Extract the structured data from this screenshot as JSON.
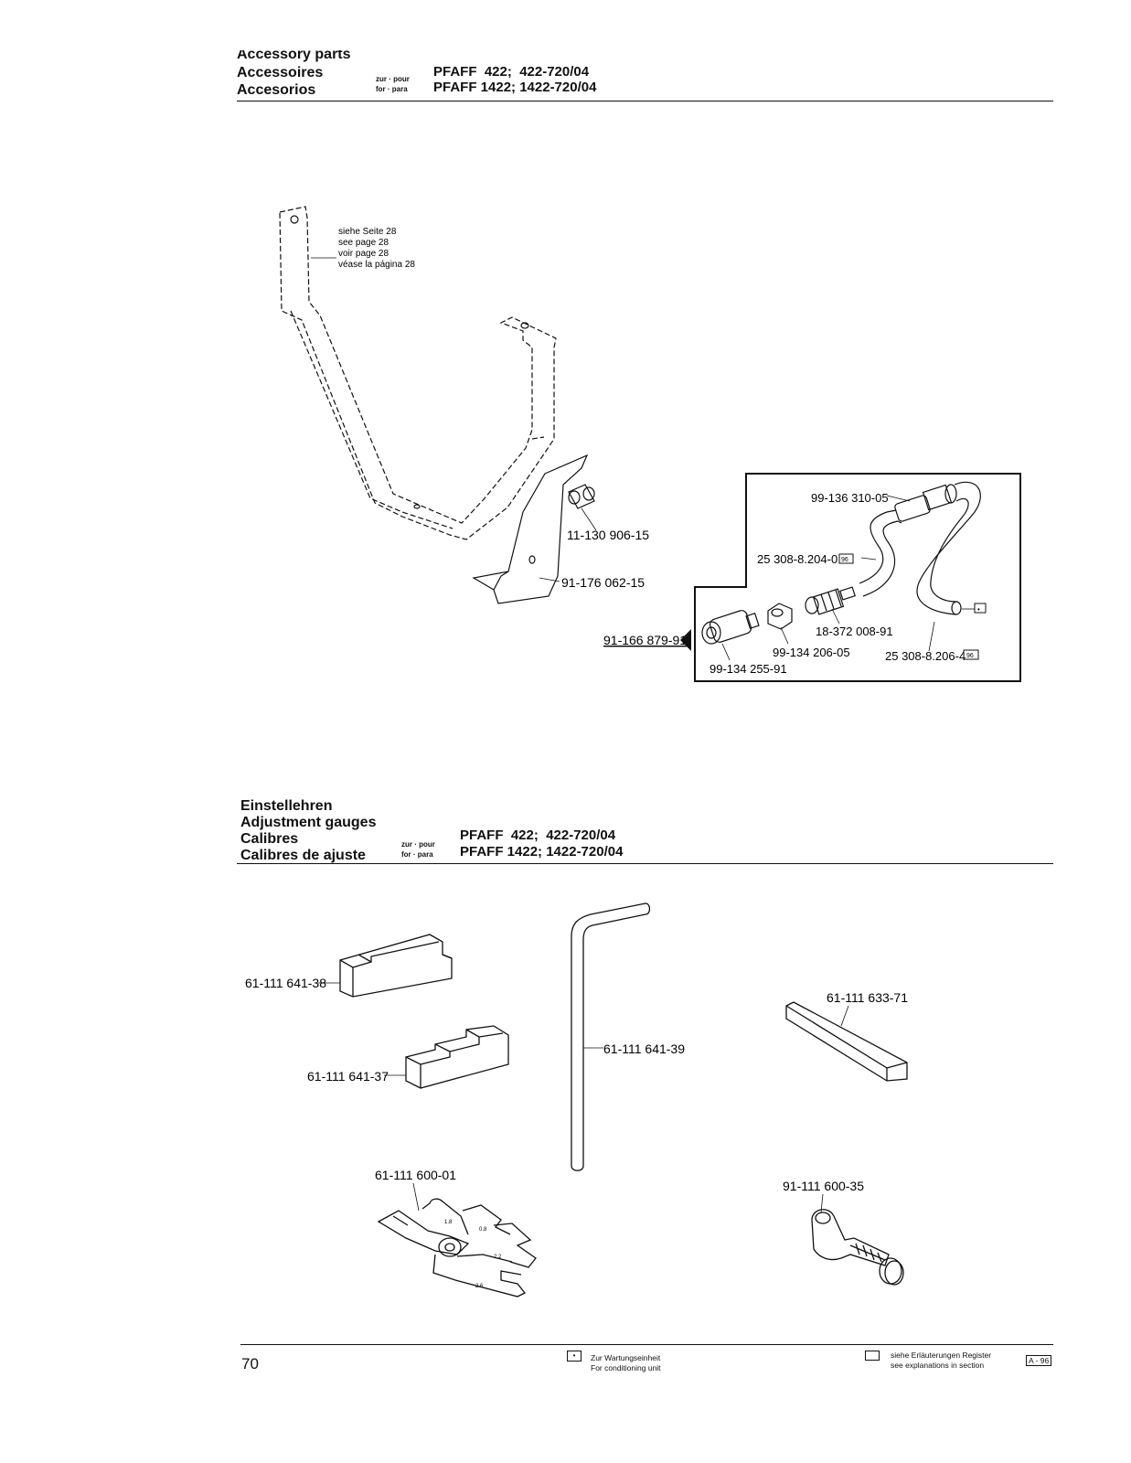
{
  "section1": {
    "titles": [
      "Accessory parts",
      "Accessoires",
      "Accesorios"
    ],
    "for_line1": "zur · pour",
    "for_line2": "for · para",
    "model_line1": "PFAFF  422;  422-720/04",
    "model_line2": "PFAFF 1422; 1422-720/04",
    "note": [
      "siehe Seite 28",
      "see page 28",
      "voir page 28",
      "véase la página 28"
    ],
    "parts": {
      "p1": "11-130 906-15",
      "p2": "91-176 062-15",
      "p3": "91-166 879-91",
      "p4": "99-136 310-05",
      "p5": "25 308-8.204-0",
      "p6": "18-372 008-91",
      "p7": "99-134 206-05",
      "p8": "25 308-8.206-4",
      "p9": "99-134 255-91"
    },
    "badge": "96"
  },
  "section2": {
    "titles": [
      "Einstellehren",
      "Adjustment gauges",
      "Calibres",
      "Calibres de ajuste"
    ],
    "for_line1": "zur · pour",
    "for_line2": "for · para",
    "model_line1": "PFAFF  422;  422-720/04",
    "model_line2": "PFAFF 1422; 1422-720/04",
    "parts": {
      "g1": "61-111 641-38",
      "g2": "61-111 641-37",
      "g3": "61-111 641-39",
      "g4": "61-111 633-71",
      "g5": "61-111 600-01",
      "g6": "91-111 600-35"
    },
    "gauge_marks": [
      "1.8",
      "0.8",
      "2.2",
      "2.6"
    ]
  },
  "footer": {
    "page": "70",
    "unit_line1": "Zur Wartungseinheit",
    "unit_line2": "For conditioning unit",
    "expl_line1": "siehe Erläuterungen Register",
    "expl_line2": "see explanations in section",
    "section_ref": "A - 96"
  }
}
